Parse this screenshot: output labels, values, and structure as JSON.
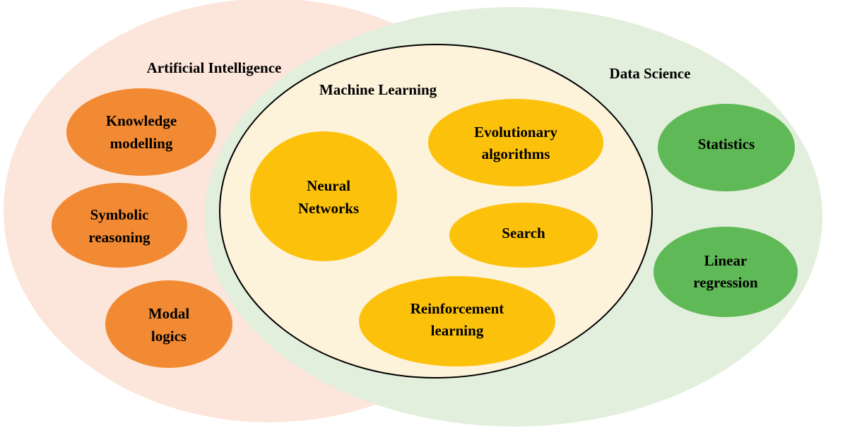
{
  "sets": {
    "ai": {
      "label": "Artificial Intelligence",
      "color": "#fce5da"
    },
    "ds": {
      "label": "Data Science",
      "color": "#e2efdc"
    },
    "ml": {
      "label": "Machine Learning",
      "color": "#fdf2da"
    }
  },
  "bubbles": {
    "knowledge_modelling": {
      "line1": "Knowledge",
      "line2": "modelling",
      "color": "#f28a33"
    },
    "symbolic_reasoning": {
      "line1": "Symbolic",
      "line2": "reasoning",
      "color": "#f28a33"
    },
    "modal_logics": {
      "line1": "Modal",
      "line2": "logics",
      "color": "#f28a33"
    },
    "neural_networks": {
      "line1": "Neural",
      "line2": "Networks",
      "color": "#fcc20b"
    },
    "evolutionary_algorithms": {
      "line1": "Evolutionary",
      "line2": "algorithms",
      "color": "#fcc20b"
    },
    "search": {
      "line1": "Search",
      "color": "#fcc20b"
    },
    "reinforcement_learning": {
      "line1": "Reinforcement",
      "line2": "learning",
      "color": "#fcc20b"
    },
    "statistics": {
      "line1": "Statistics",
      "color": "#5fb956"
    },
    "linear_regression": {
      "line1": "Linear",
      "line2": "regression",
      "color": "#5fb956"
    }
  }
}
